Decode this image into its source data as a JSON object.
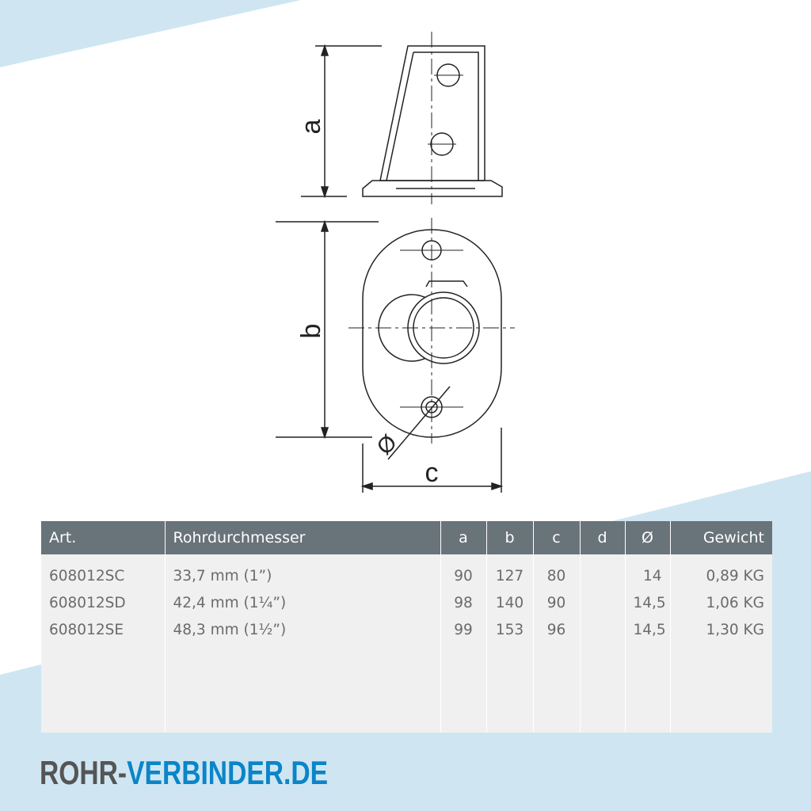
{
  "colors": {
    "accent_blue": "#0a85c8",
    "header_gray": "#69737a",
    "bg_blue": "#cfe6f2"
  },
  "drawing": {
    "labels": {
      "a": "a",
      "b": "b",
      "c": "c",
      "diameter": "Ø"
    }
  },
  "table": {
    "headers": [
      "Art.",
      "Rohrdurchmesser",
      "a",
      "b",
      "c",
      "d",
      "Ø",
      "Gewicht"
    ],
    "rows": [
      [
        "608012SC",
        "33,7 mm (1”)",
        "90",
        "127",
        "80",
        "",
        "14",
        "0,89 KG"
      ],
      [
        "608012SD",
        "42,4 mm (1¼”)",
        "98",
        "140",
        "90",
        "",
        "14,5",
        "1,06 KG"
      ],
      [
        "608012SE",
        "48,3 mm (1½”)",
        "99",
        "153",
        "96",
        "",
        "14,5",
        "1,30 KG"
      ]
    ]
  },
  "logo": {
    "part1": "ROHR-",
    "part2": "VERBINDER.DE"
  }
}
